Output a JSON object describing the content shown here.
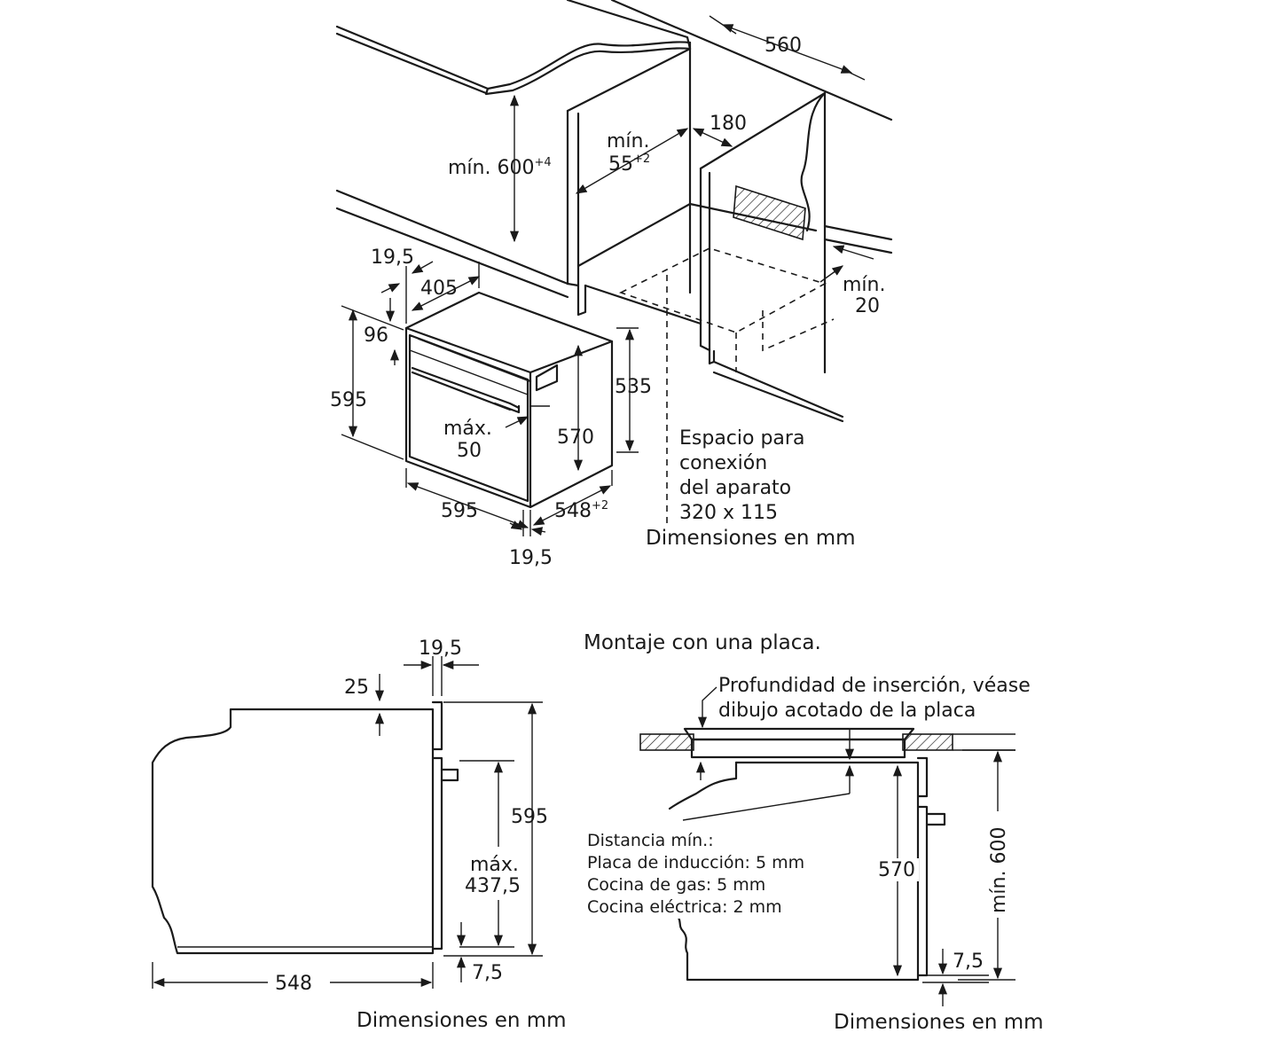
{
  "top_diagram": {
    "dim_560": "560",
    "dim_min600": "mín. 600",
    "dim_min600_sup": "+4",
    "dim_min55_line1": "mín.",
    "dim_min55_line2": "55",
    "dim_min55_sup": "+2",
    "dim_180": "180",
    "dim_min20_line1": "mín.",
    "dim_min20_line2": "20",
    "dim_19_5_top": "19,5",
    "dim_405": "405",
    "dim_96": "96",
    "dim_595_left": "595",
    "dim_535": "535",
    "dim_max50_line1": "máx.",
    "dim_max50_line2": "50",
    "dim_570": "570",
    "dim_595_bottom": "595",
    "dim_548": "548",
    "dim_548_sup": "+2",
    "dim_19_5_bottom": "19,5",
    "connection_lines": [
      "Espacio para",
      "conexión",
      "del aparato",
      "320 x 115"
    ],
    "caption": "Dimensiones en mm"
  },
  "bottom_left": {
    "dim_19_5": "19,5",
    "dim_25": "25",
    "dim_595": "595",
    "dim_max_line1": "máx.",
    "dim_max_line2": "437,5",
    "dim_7_5": "7,5",
    "dim_548": "548",
    "caption": "Dimensiones en mm"
  },
  "bottom_right": {
    "title": "Montaje con una placa.",
    "insertion_line1": "Profundidad de inserción, véase",
    "insertion_line2": "dibujo acotado de la placa",
    "distance_lines": [
      "Distancia mín.:",
      "Placa de inducción: 5 mm",
      "Cocina de gas: 5 mm",
      "Cocina eléctrica: 2 mm"
    ],
    "dim_570": "570",
    "dim_min600": "mín. 600",
    "dim_7_5": "7,5",
    "caption": "Dimensiones en mm"
  }
}
